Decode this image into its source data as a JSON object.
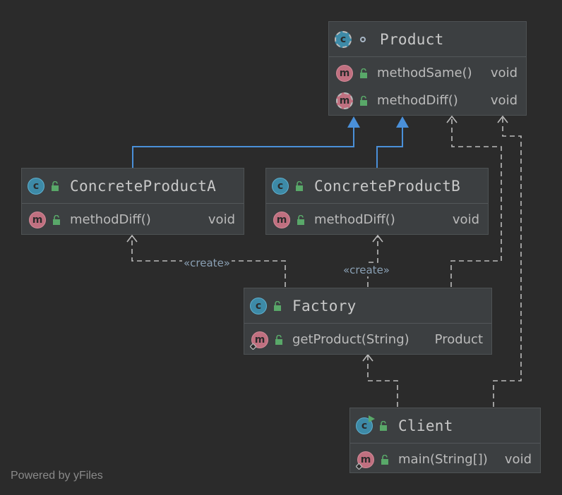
{
  "diagram": {
    "classes": {
      "product": {
        "name": "Product",
        "methods": [
          {
            "name": "methodSame()",
            "type": "void"
          },
          {
            "name": "methodDiff()",
            "type": "void"
          }
        ]
      },
      "concrete_a": {
        "name": "ConcreteProductA",
        "methods": [
          {
            "name": "methodDiff()",
            "type": "void"
          }
        ]
      },
      "concrete_b": {
        "name": "ConcreteProductB",
        "methods": [
          {
            "name": "methodDiff()",
            "type": "void"
          }
        ]
      },
      "factory": {
        "name": "Factory",
        "methods": [
          {
            "name": "getProduct(String)",
            "type": "Product"
          }
        ]
      },
      "client": {
        "name": "Client",
        "methods": [
          {
            "name": "main(String[])",
            "type": "void"
          }
        ]
      }
    },
    "edge_labels": {
      "create_a": "«create»",
      "create_b": "«create»"
    },
    "icons": {
      "class_badge_letter": "c",
      "method_badge_letter": "m"
    },
    "colors": {
      "background": "#2b2b2b",
      "class_box": "#3c3f41",
      "inheritance_edge": "#4a90d9",
      "dependency_edge": "#bbbbbb",
      "class_badge": "#3d8aa7",
      "method_badge": "#c07080",
      "public_lock": "#59a869"
    }
  },
  "footer": {
    "text": "Powered by yFiles"
  }
}
